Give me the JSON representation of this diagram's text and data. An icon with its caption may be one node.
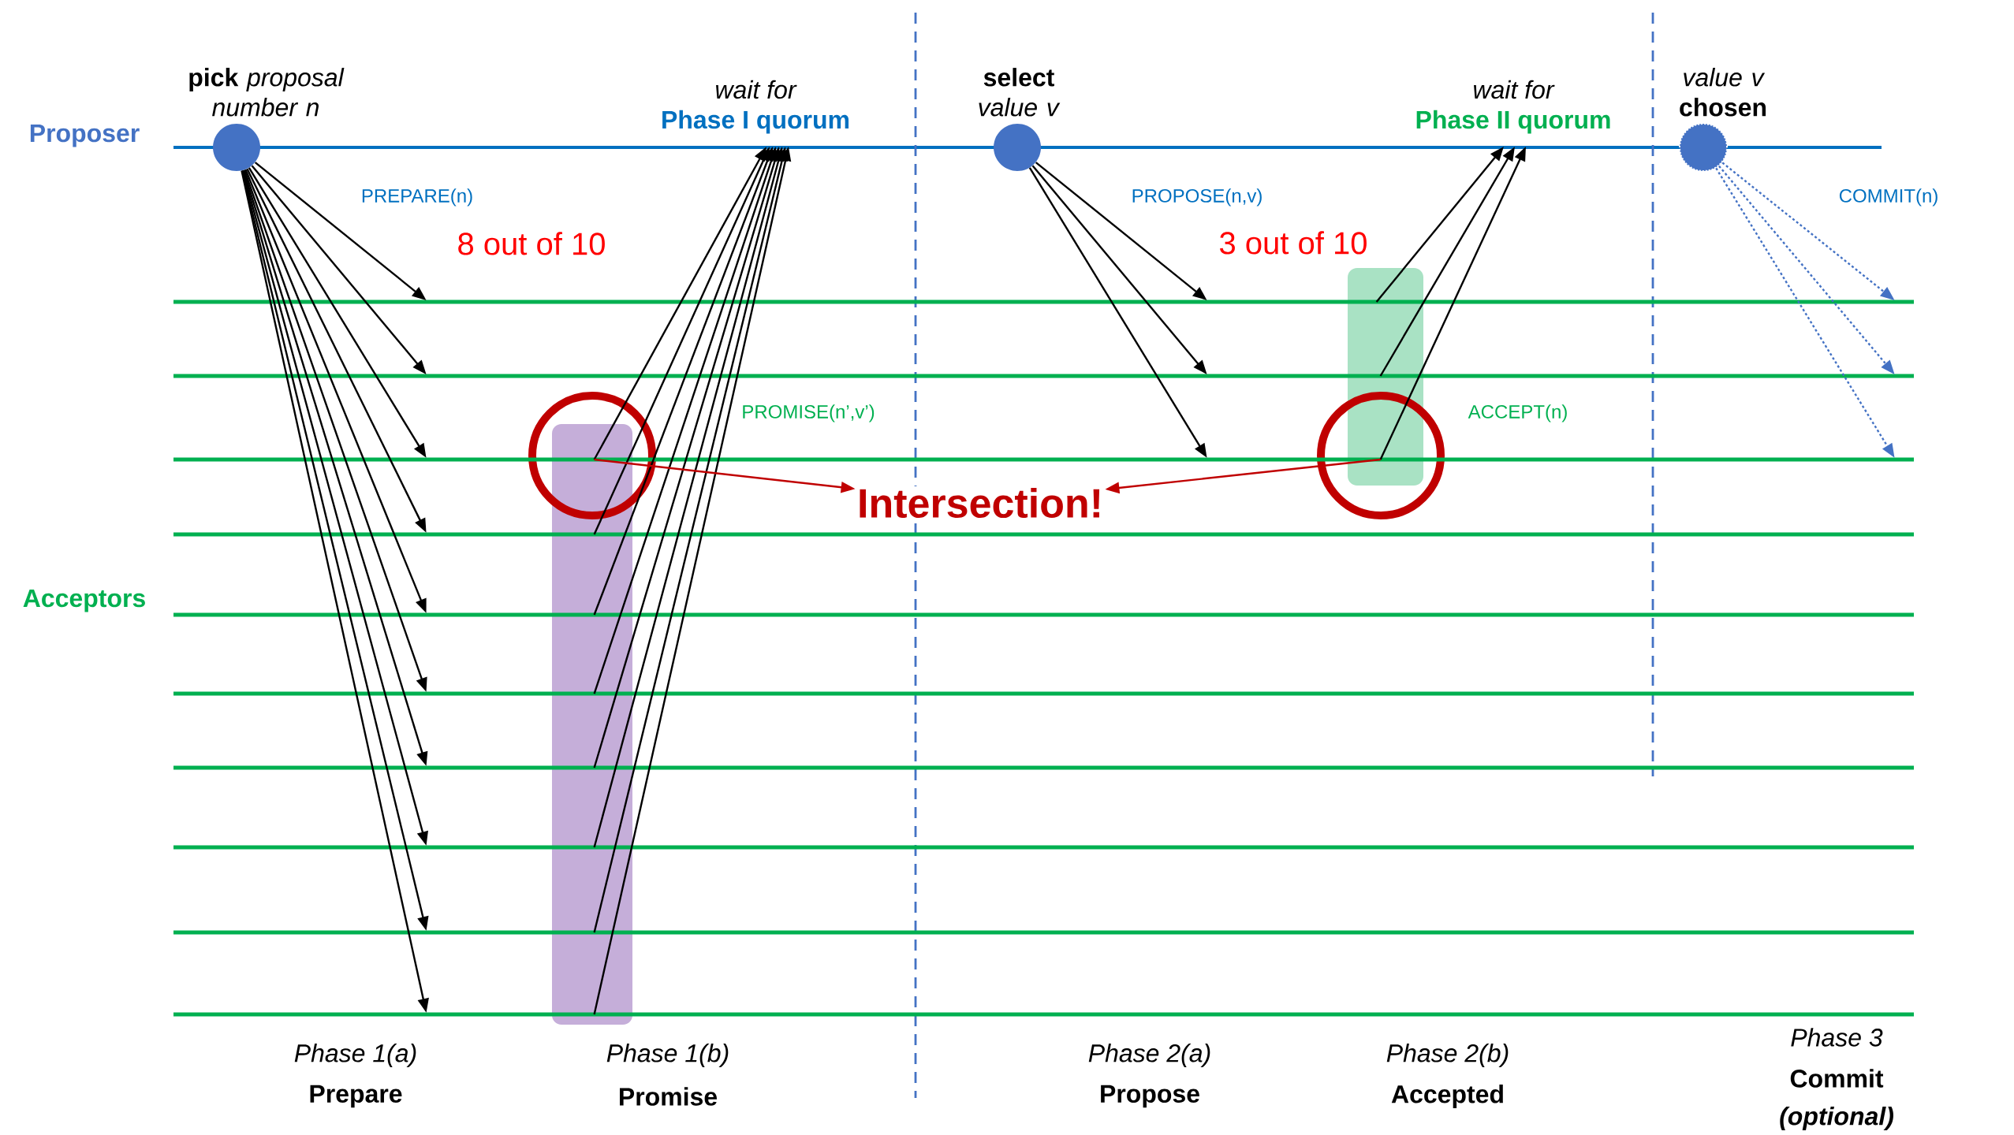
{
  "diagram": {
    "nodes": [
      {
        "text": [],
        "shape": "circle",
        "beside": [
          "**pick** *proposal number n*"
        ]
      },
      {
        "text": [
          "wait for",
          "Phase I quorum"
        ]
      },
      {
        "text": [],
        "shape": "circle",
        "beside": [
          "**select** *value v*"
        ]
      },
      {
        "text": [
          "wait for",
          "Phase II quorum"
        ]
      },
      {
        "text": [],
        "shape": "circle",
        "beside": [
          "*value v* **chosen**"
        ]
      },
      {
        "text": [
          "Intersection!"
        ]
      },
      {
        "text": [],
        "shape": "line"
      },
      {
        "text": [],
        "shape": "line"
      },
      {
        "text": [],
        "shape": "line"
      },
      {
        "text": [],
        "shape": "line"
      },
      {
        "text": [],
        "shape": "line"
      },
      {
        "text": [],
        "shape": "line"
      },
      {
        "text": [],
        "shape": "line"
      },
      {
        "text": [],
        "shape": "line"
      },
      {
        "text": [],
        "shape": "line"
      },
      {
        "text": [],
        "shape": "line"
      }
    ],
    "edges": [
      {
        "from": 0,
        "to": 6,
        "arrow": "to"
      },
      {
        "from": 0,
        "to": 7,
        "arrow": "to"
      },
      {
        "from": 0,
        "to": 8,
        "arrow": "to"
      },
      {
        "from": 0,
        "to": 9,
        "arrow": "to"
      },
      {
        "from": 0,
        "to": 10,
        "arrow": "to"
      },
      {
        "from": 0,
        "to": 11,
        "arrow": "to"
      },
      {
        "from": 0,
        "to": 12,
        "arrow": "to"
      },
      {
        "from": 0,
        "to": 13,
        "arrow": "to"
      },
      {
        "from": 0,
        "to": 14,
        "arrow": "to"
      },
      {
        "from": 0,
        "to": 15,
        "arrow": "to"
      },
      {
        "from": 8,
        "to": 1,
        "arrow": "to"
      },
      {
        "from": 9,
        "to": 1,
        "arrow": "to"
      },
      {
        "from": 10,
        "to": 1,
        "arrow": "to"
      },
      {
        "from": 11,
        "to": 1,
        "arrow": "to"
      },
      {
        "from": 12,
        "to": 1,
        "arrow": "to"
      },
      {
        "from": 13,
        "to": 1,
        "arrow": "to"
      },
      {
        "from": 14,
        "to": 1,
        "arrow": "to"
      },
      {
        "from": 15,
        "to": 1,
        "arrow": "to"
      },
      {
        "from": 2,
        "to": 6,
        "arrow": "to"
      },
      {
        "from": 2,
        "to": 7,
        "arrow": "to"
      },
      {
        "from": 2,
        "to": 8,
        "arrow": "to"
      },
      {
        "from": 6,
        "to": 3,
        "arrow": "to"
      },
      {
        "from": 7,
        "to": 3,
        "arrow": "to"
      },
      {
        "from": 8,
        "to": 3,
        "arrow": "to"
      },
      {
        "from": 4,
        "to": 6,
        "arrow": "to",
        "style": "dashed",
        "color": "#4472c4"
      },
      {
        "from": 4,
        "to": 7,
        "arrow": "to",
        "style": "dashed",
        "color": "#4472c4"
      },
      {
        "from": 4,
        "to": 8,
        "arrow": "to",
        "style": "dashed",
        "color": "#4472c4"
      },
      {
        "from": 8,
        "to": 5,
        "arrow": "to",
        "color": "#c00000"
      },
      {
        "from": 8,
        "to": 5,
        "arrow": "to",
        "color": "#c00000"
      }
    ],
    "labels": [
      "Proposer",
      "Acceptors",
      "PREPARE(n)",
      "8 out of 10",
      "PROMISE(n’,v’)",
      "PROPOSE(n,v)",
      "3 out of 10",
      "ACCEPT(n)",
      "COMMIT(n)",
      "Phase 1(a)",
      "Prepare",
      "Phase 1(b)",
      "Promise",
      "Phase 2(a)",
      "Propose",
      "Phase 2(b)",
      "Accepted",
      "Phase 3",
      "Commit",
      "(optional)"
    ]
  }
}
